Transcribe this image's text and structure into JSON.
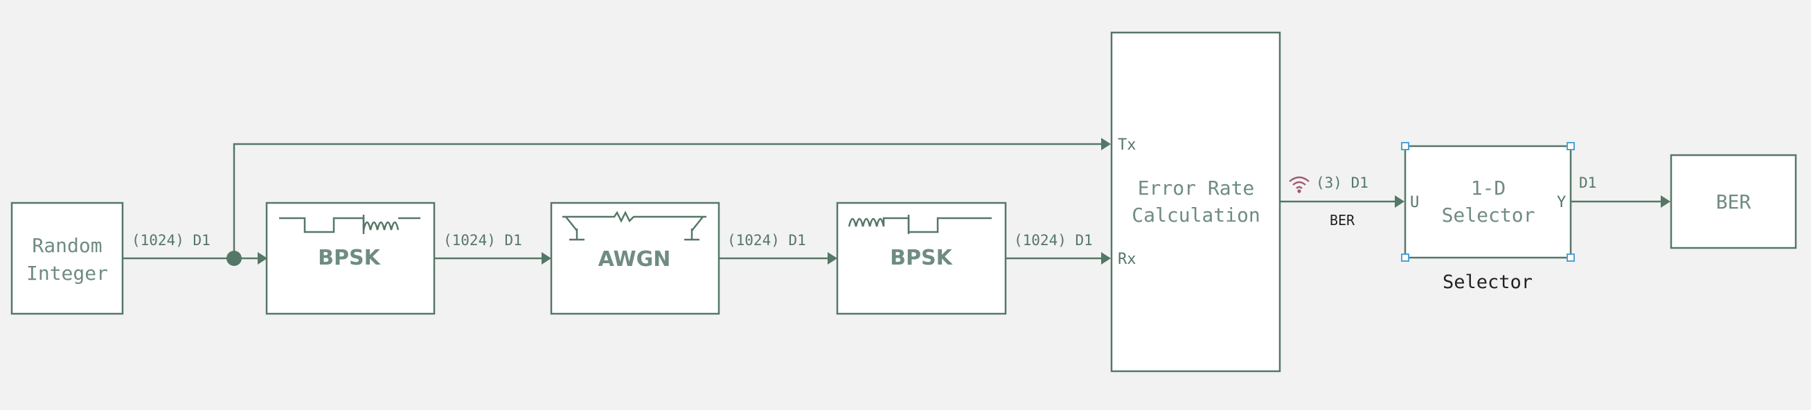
{
  "blocks": {
    "random_integer": {
      "line1": "Random",
      "line2": "Integer"
    },
    "bpsk_mod": {
      "label": "BPSK"
    },
    "awgn": {
      "label": "AWGN"
    },
    "bpsk_demod": {
      "label": "BPSK"
    },
    "error_rate": {
      "line1": "Error Rate",
      "line2": "Calculation",
      "port_tx": "Tx",
      "port_rx": "Rx"
    },
    "selector": {
      "line1": "1-D",
      "line2": "Selector",
      "port_u": "U",
      "port_y": "Y",
      "caption": "Selector"
    },
    "ber_display": {
      "label": "BER"
    }
  },
  "signals": {
    "rand_out": "(1024) D1",
    "bpsk_out": "(1024) D1",
    "awgn_out": "(1024) D1",
    "demod_out": "(1024) D1",
    "err_out": "(3) D1",
    "err_out_name": "BER",
    "sel_out": "D1"
  },
  "colors": {
    "block_stroke": "#557766",
    "block_text": "#6f8c80",
    "background": "#f2f2f2",
    "selection_handle": "#4aa3d6",
    "signal_logging_icon": "#a05a70"
  },
  "icons": {
    "signal_logging": "wireless-signal-icon",
    "branch_point": "branch-dot-icon"
  }
}
